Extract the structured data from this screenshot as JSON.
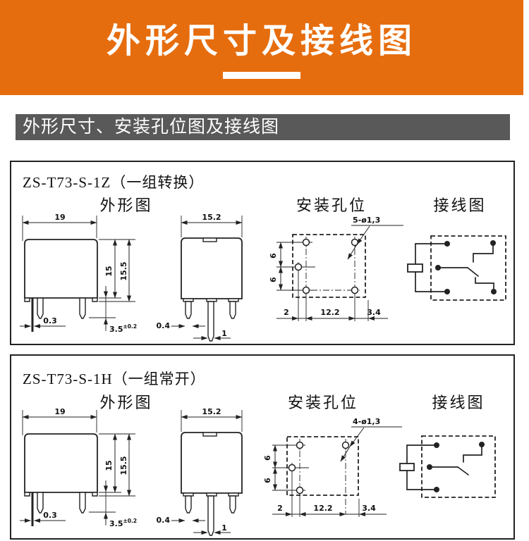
{
  "banner": {
    "title": "外形尺寸及接线图",
    "bg_color": "#e66d0e",
    "text_color": "#ffffff"
  },
  "section_bar": {
    "title": "外形尺寸、安装孔位图及接线图",
    "bg_color": "#595959",
    "text_color": "#ffffff"
  },
  "panel1": {
    "model": "ZS-T73-S-1Z（一组转换）",
    "headings": {
      "outline": "外形图",
      "mounting": "安装孔位",
      "wiring": "接线图"
    },
    "side_view": {
      "width": "19",
      "body_height": "15",
      "total_height": "15.5",
      "pin_thickness": "0.3",
      "pin_length": "3.5",
      "pin_length_tolerance": "±0.2"
    },
    "front_view": {
      "width": "15.2",
      "pin_thickness": "0.4",
      "pin_width": "1"
    },
    "mounting": {
      "holes_label": "5-ø1,3",
      "row_gap_top": "6",
      "row_gap_bottom": "6",
      "offset_left": "2",
      "hole_span": "12.2",
      "offset_right": "3.4"
    }
  },
  "panel2": {
    "model": "ZS-T73-S-1H（一组常开）",
    "headings": {
      "outline": "外形图",
      "mounting": "安装孔位",
      "wiring": "接线图"
    },
    "mounting": {
      "holes_label": "4-ø1,3",
      "row_gap_top": "6",
      "row_gap_bottom": "6",
      "offset_left": "2",
      "hole_span": "12.2",
      "offset_right": "3.4"
    }
  }
}
